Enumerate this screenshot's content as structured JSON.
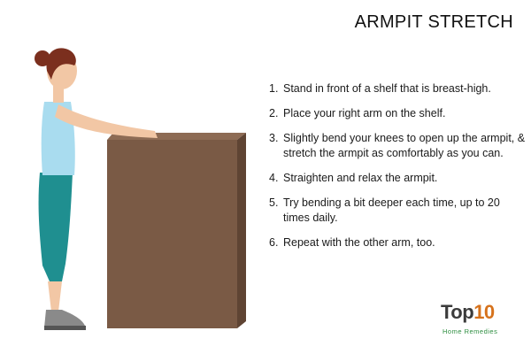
{
  "title": "ARMPIT STRETCH",
  "steps": [
    {
      "num": "1.",
      "text": "Stand in front of a shelf that is breast-high."
    },
    {
      "num": "2.",
      "text": "Place your right arm on the shelf."
    },
    {
      "num": "3.",
      "text": "Slightly bend your knees to open up the armpit, & stretch the armpit as comfortably as you can."
    },
    {
      "num": "4.",
      "text": "Straighten and relax the armpit."
    },
    {
      "num": "5.",
      "text": "Try bending a bit deeper each time, up to 20 times daily."
    },
    {
      "num": "6.",
      "text": "Repeat with the other arm, too."
    }
  ],
  "logo": {
    "word_part1": "Top",
    "word_part2": "10",
    "tagline": "Home Remedies"
  },
  "colors": {
    "shelf_front": "#7a5a45",
    "shelf_side": "#5f4433",
    "shelf_top": "#8d6b54",
    "shirt": "#a9dcef",
    "pants": "#1f8f90",
    "skin": "#f2c7a5",
    "hair": "#7b2f1e"
  }
}
